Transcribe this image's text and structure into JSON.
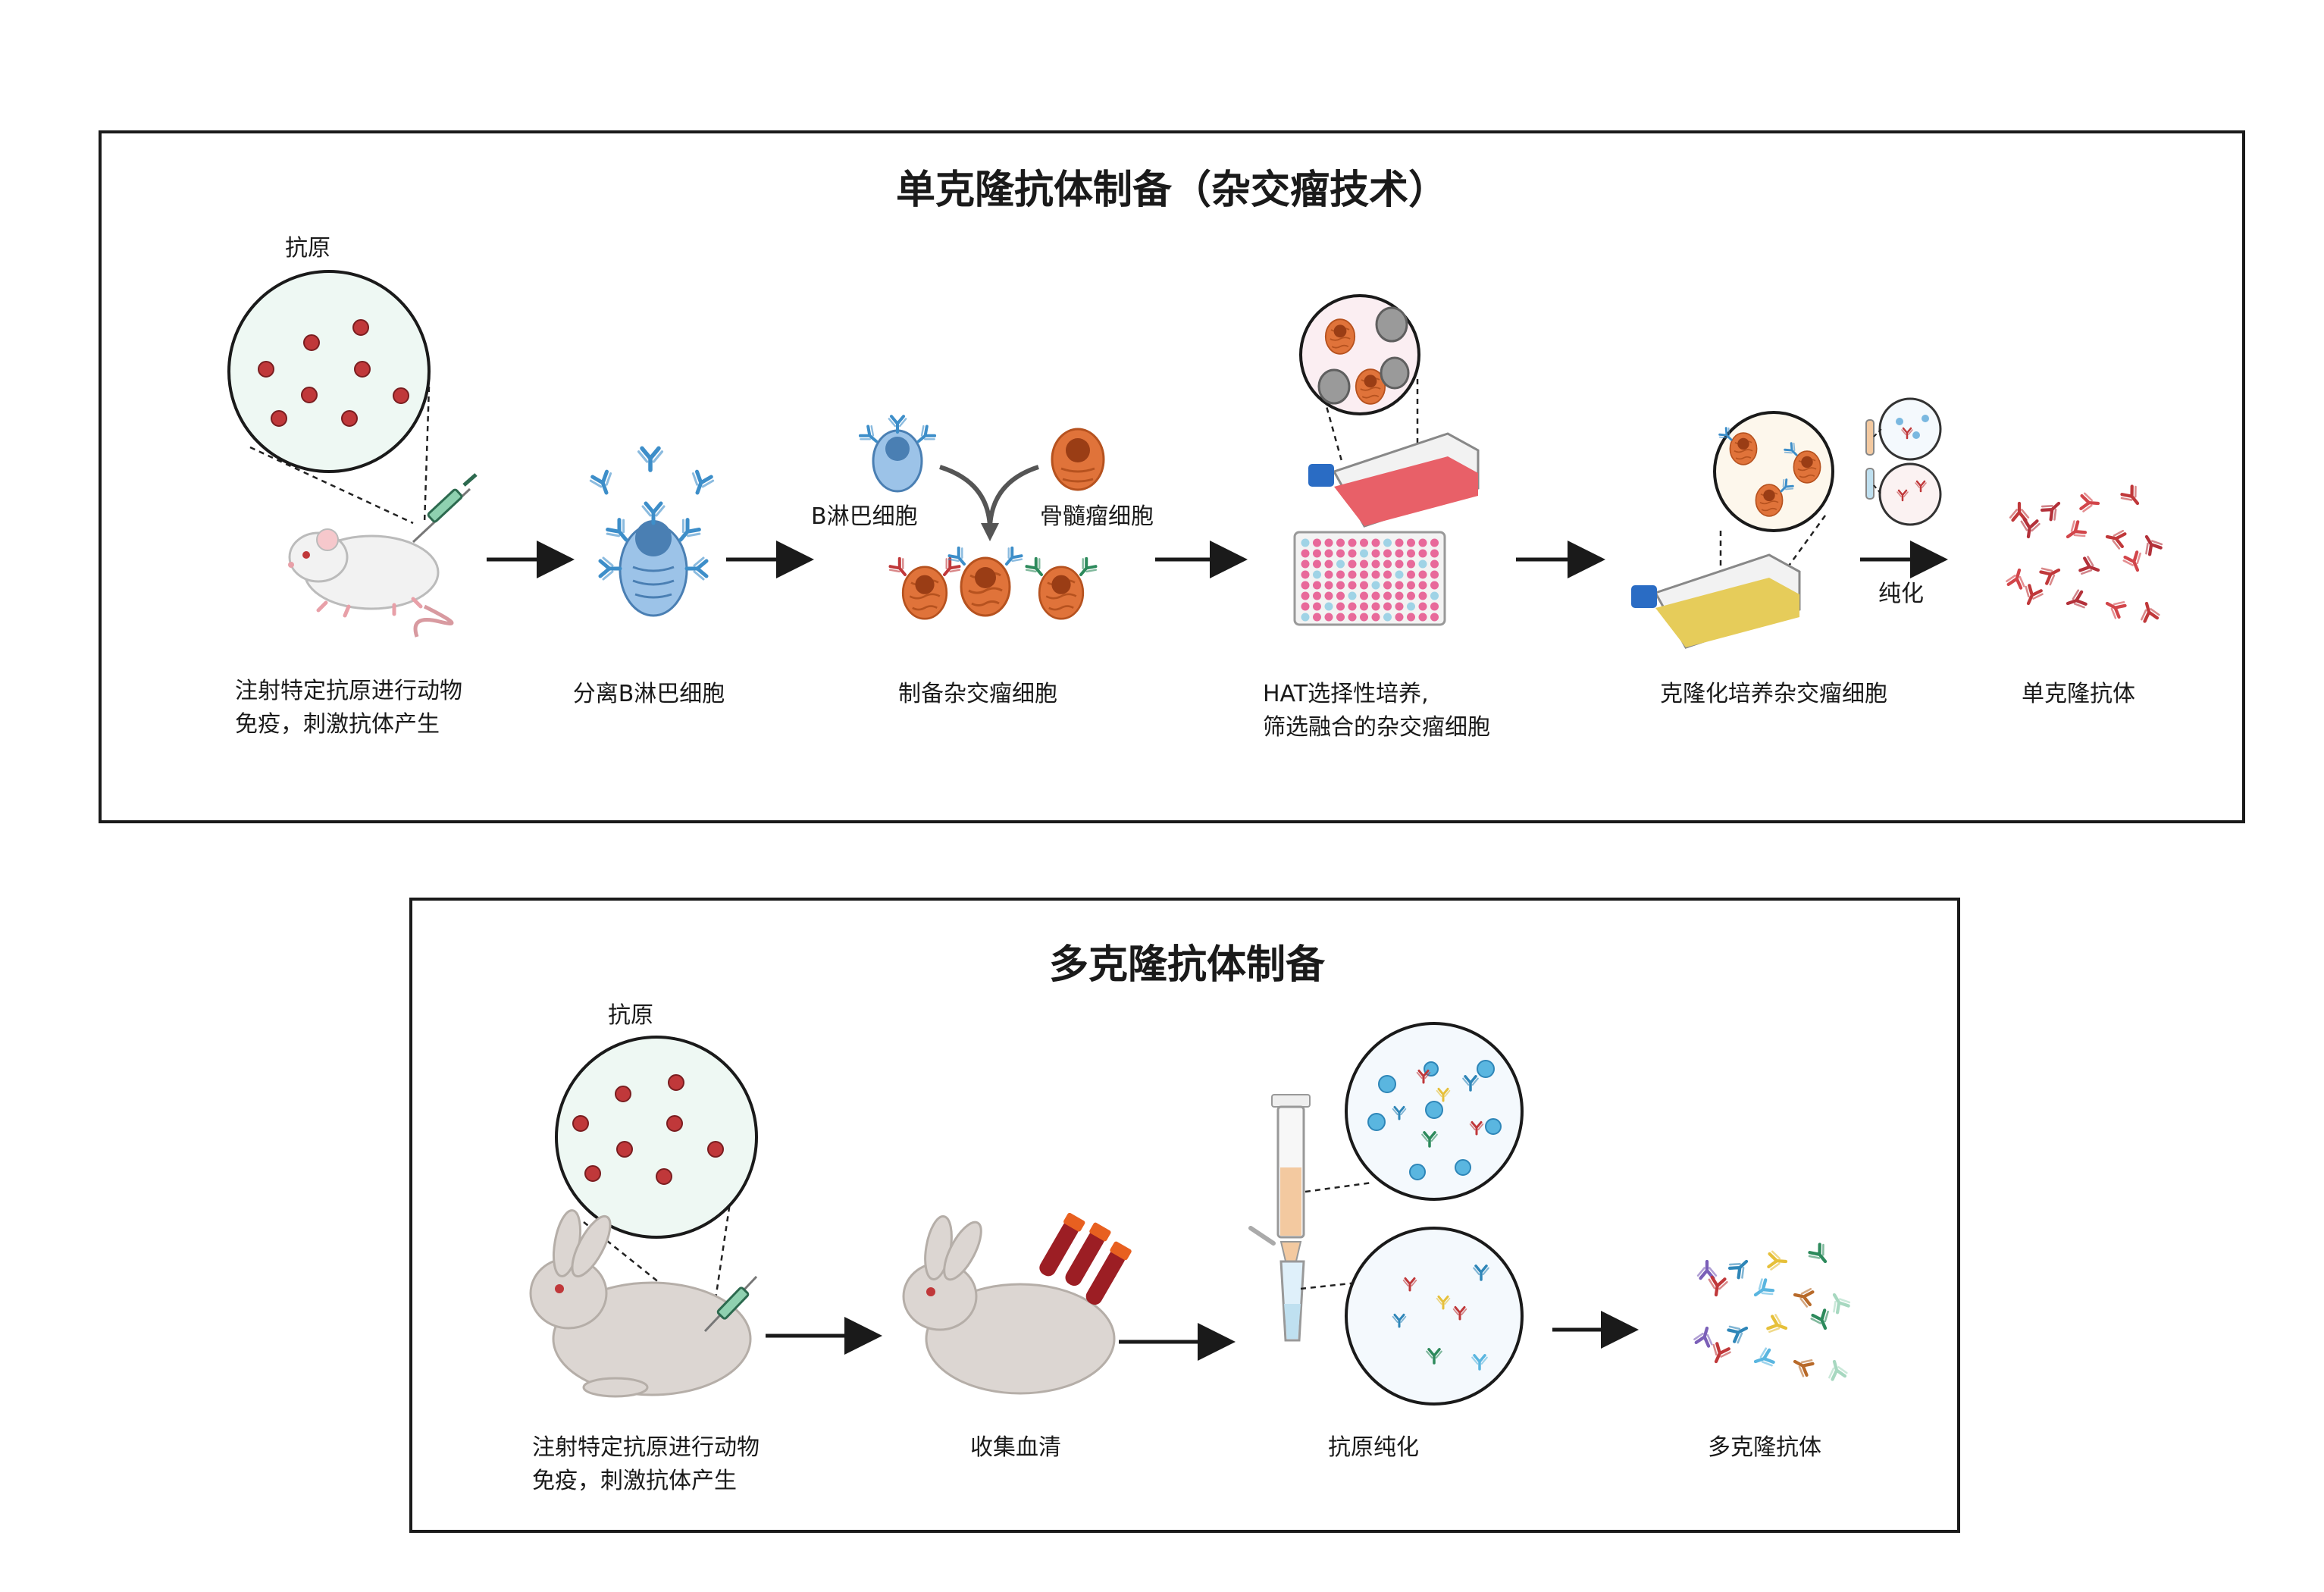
{
  "monoclonal": {
    "title": "单克隆抗体制备（杂交瘤技术）",
    "antigen_label": "抗原",
    "b_cell_label": "B淋巴细胞",
    "myeloma_label": "骨髓瘤细胞",
    "purify_label": "纯化",
    "steps": {
      "s1_line1": "注射特定抗原进行动物",
      "s1_line2": "免疫，刺激抗体产生",
      "s2": "分离B淋巴细胞",
      "s3": "制备杂交瘤细胞",
      "s4_line1": "HAT选择性培养,",
      "s4_line2": "筛选融合的杂交瘤细胞",
      "s5": "克隆化培养杂交瘤细胞",
      "s6": "单克隆抗体"
    }
  },
  "polyclonal": {
    "title": "多克隆抗体制备",
    "antigen_label": "抗原",
    "steps": {
      "s1_line1": "注射特定抗原进行动物",
      "s1_line2": "免疫，刺激抗体产生",
      "s2": "收集血清",
      "s3": "抗原纯化",
      "s4": "多克隆抗体"
    }
  },
  "colors": {
    "antigen_dot": "#c0383a",
    "b_cell": "#7fb0dc",
    "antibody_blue": "#3d8ec9",
    "myeloma": "#e0733a",
    "antibody_red": "#c0383a",
    "culture_red": "#e86068",
    "culture_yellow": "#e6cc5a",
    "bubble_fill": "#eef8f3"
  }
}
